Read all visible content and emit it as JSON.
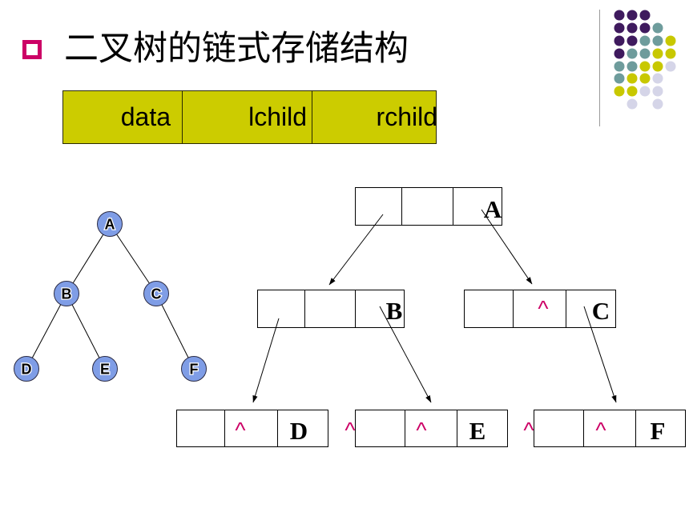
{
  "slide": {
    "title": "二叉树的链式存储结构",
    "bullet_icon": "hollow-square-icon",
    "accent_color": "#cc0066"
  },
  "node_format": {
    "fields": [
      "data",
      "lchild",
      "rchild"
    ],
    "fill_color": "#cccc00"
  },
  "tree": {
    "nodes": [
      "A",
      "B",
      "C",
      "D",
      "E",
      "F"
    ],
    "edges": [
      [
        0,
        1
      ],
      [
        0,
        2
      ],
      [
        1,
        3
      ],
      [
        1,
        4
      ],
      [
        2,
        5
      ]
    ],
    "node_color": "#7f9de6"
  },
  "linked_structure": {
    "nodes": [
      "A",
      "B",
      "C",
      "D",
      "E",
      "F"
    ],
    "links": [
      {
        "from": 0,
        "to": 1,
        "field": 1
      },
      {
        "from": 0,
        "to": 2,
        "field": 2
      },
      {
        "from": 1,
        "to": 3,
        "field": 1
      },
      {
        "from": 1,
        "to": 4,
        "field": 2
      },
      {
        "from": 2,
        "to": 5,
        "field": 2
      }
    ],
    "null_markers": [
      "^",
      "^",
      "^",
      "^",
      "^",
      "^"
    ],
    "null_color": "#cc0066"
  },
  "decoration": {
    "dot_colors": [
      "#3f1a5e",
      "#6e9c9c",
      "#c8c800",
      "#d5d5e8"
    ],
    "divider_color": "#9a9a9a"
  }
}
